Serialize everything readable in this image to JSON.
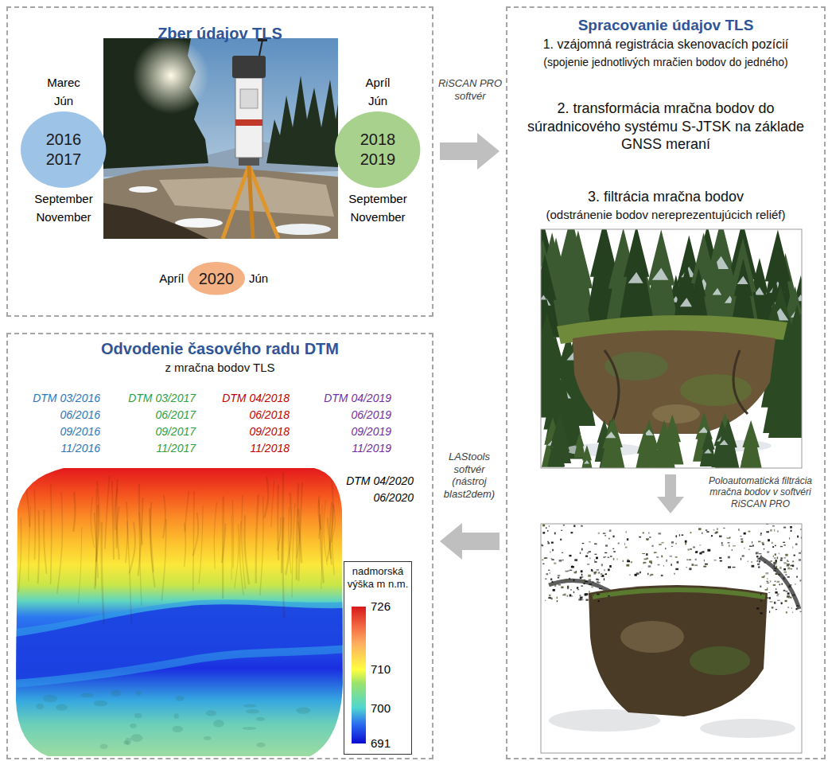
{
  "diagram": {
    "nodes": [
      {
        "text": [
          "Zber údajov TLS"
        ]
      },
      {
        "text": [
          "2016 2017"
        ],
        "in": 0
      },
      {
        "text": [
          "2018 2019"
        ],
        "in": 0
      },
      {
        "text": [
          "2020"
        ],
        "in": 0
      },
      {
        "text": [
          "Spracovanie údajov TLS",
          "1. vzájomná registrácia skenovacích pozícií",
          "(spojenie jednotlivých mračien bodov do jedného)",
          "2. transformácia mračna bodov do súradnicového systému S-JTSK na základe GNSS meraní",
          "3. filtrácia mračna bodov",
          "(odstránenie bodov nereprezentujúcich reliéf)"
        ]
      },
      {
        "text": [
          "Odvodenie časového radu DTM",
          "z mračna bodov TLS"
        ]
      },
      {
        "text": [
          "nadmorská výška m n.m."
        ],
        "in": 5
      }
    ],
    "edges": [
      {
        "from": 0,
        "to": 4,
        "arrow": "to",
        "label": "RiSCAN PRO softvér"
      },
      {
        "from": 4,
        "to": 5,
        "arrow": "to",
        "label": "LAStools softvér (nástroj blast2dem)"
      }
    ],
    "labels": [
      "Marec",
      "Jún",
      "September",
      "November",
      "Apríl",
      "Jún",
      "September",
      "November",
      "Apríl",
      "Jún",
      "DTM 03/2016",
      "06/2016",
      "09/2016",
      "11/2016",
      "DTM 03/2017",
      "06/2017",
      "09/2017",
      "11/2017",
      "DTM 04/2018",
      "06/2018",
      "09/2018",
      "11/2018",
      "DTM 04/2019",
      "06/2019",
      "09/2019",
      "11/2019",
      "DTM 04/2020",
      "06/2020",
      "Poloautomatická filtrácia mračna bodov v softvéri RiSCAN PRO",
      "726",
      "710",
      "700",
      "691"
    ]
  }
}
